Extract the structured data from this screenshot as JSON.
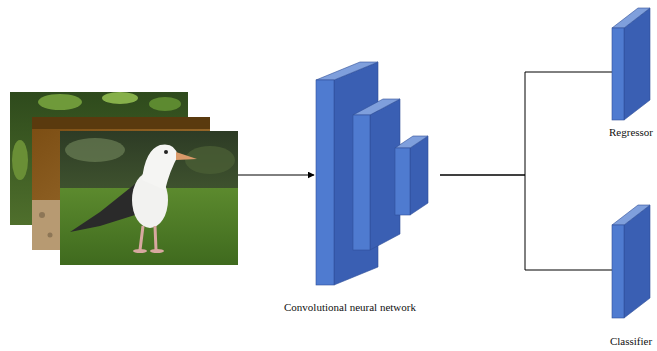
{
  "diagram": {
    "nodes": [
      {
        "text": [
          "Convolutional neural network"
        ]
      },
      {
        "text": [
          "Regressor"
        ]
      },
      {
        "text": [
          "Classifier"
        ]
      }
    ],
    "edges": [
      {
        "from": 0,
        "to": 1,
        "arrow": "none"
      },
      {
        "from": 0,
        "to": 2,
        "arrow": "none"
      }
    ]
  }
}
